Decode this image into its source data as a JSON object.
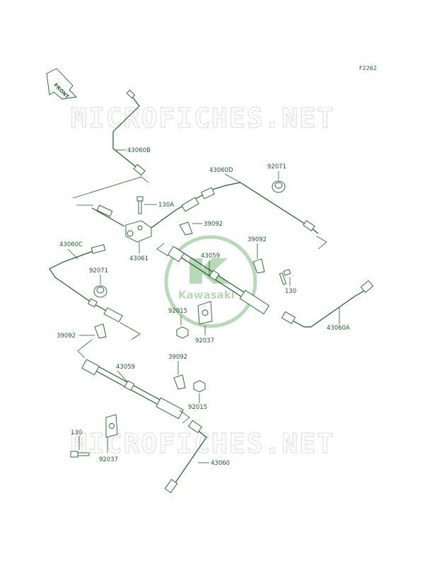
{
  "figure_code": "F2262",
  "front_label": "FRONT",
  "watermark_text": "MICROFICHES.NET",
  "brand_logo_text": "Kawasaki",
  "colors": {
    "line": "#1f5a2a",
    "watermark": "#c8c8c8",
    "logo": "#b8d8b8"
  },
  "parts": [
    {
      "id": "43060B",
      "label": "43060B"
    },
    {
      "id": "43060D",
      "label": "43060D"
    },
    {
      "id": "92071-top",
      "label": "92071"
    },
    {
      "id": "130A",
      "label": "130A"
    },
    {
      "id": "39092-a",
      "label": "39092"
    },
    {
      "id": "43059-top",
      "label": "43059"
    },
    {
      "id": "39092-b",
      "label": "39092"
    },
    {
      "id": "43060C",
      "label": "43060C"
    },
    {
      "id": "43061",
      "label": "43061"
    },
    {
      "id": "92071-left",
      "label": "92071"
    },
    {
      "id": "130-right",
      "label": "130"
    },
    {
      "id": "92015-top",
      "label": "92015"
    },
    {
      "id": "92037-top",
      "label": "92037"
    },
    {
      "id": "43060A",
      "label": "43060A"
    },
    {
      "id": "39092-c",
      "label": "39092"
    },
    {
      "id": "43059-bottom",
      "label": "43059"
    },
    {
      "id": "39092-d",
      "label": "39092"
    },
    {
      "id": "92015-bottom",
      "label": "92015"
    },
    {
      "id": "130-left",
      "label": "130"
    },
    {
      "id": "92037-bottom",
      "label": "92037"
    },
    {
      "id": "43060",
      "label": "43060"
    }
  ]
}
